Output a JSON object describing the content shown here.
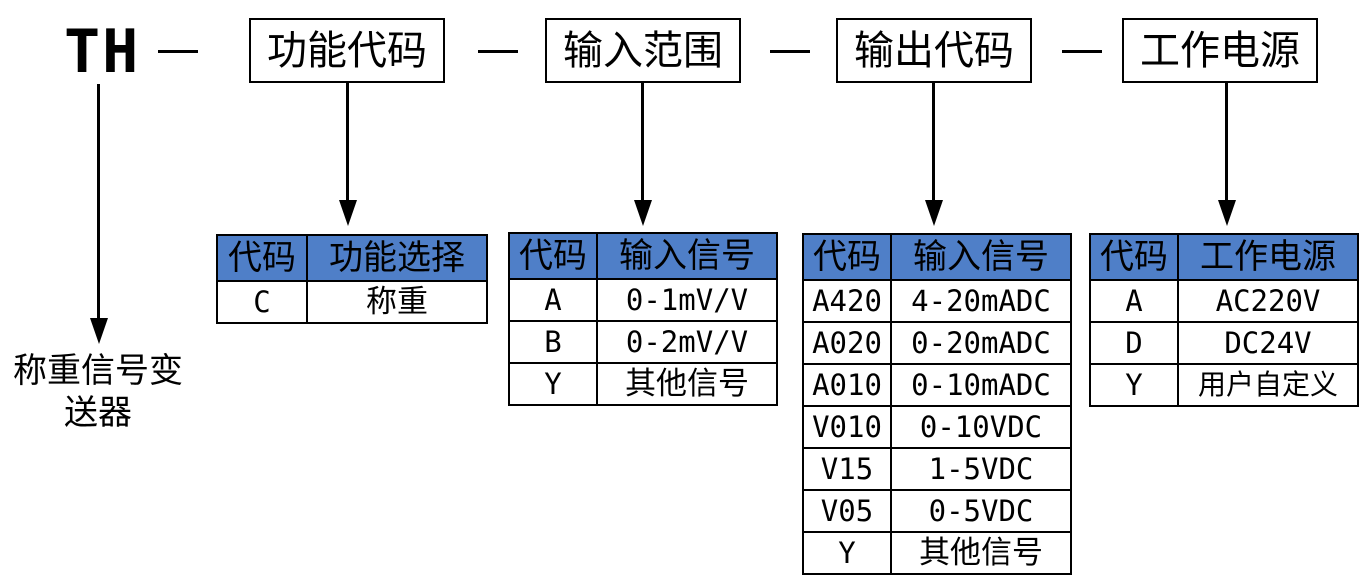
{
  "model": {
    "prefix": "TH",
    "device_label": "称重信号变送器",
    "separator": "—"
  },
  "segments": [
    {
      "title": "功能代码"
    },
    {
      "title": "输入范围"
    },
    {
      "title": "输出代码"
    },
    {
      "title": "工作电源"
    }
  ],
  "tables": {
    "function": {
      "headers": [
        "代码",
        "功能选择"
      ],
      "rows": [
        [
          "C",
          "称重"
        ]
      ]
    },
    "input_range": {
      "headers": [
        "代码",
        "输入信号"
      ],
      "rows": [
        [
          "A",
          "0-1mV/V"
        ],
        [
          "B",
          "0-2mV/V"
        ],
        [
          "Y",
          "其他信号"
        ]
      ]
    },
    "output": {
      "headers": [
        "代码",
        "输入信号"
      ],
      "rows": [
        [
          "A420",
          "4-20mADC"
        ],
        [
          "A020",
          "0-20mADC"
        ],
        [
          "A010",
          "0-10mADC"
        ],
        [
          "V010",
          "0-10VDC"
        ],
        [
          "V15",
          "1-5VDC"
        ],
        [
          "V05",
          "0-5VDC"
        ],
        [
          "Y",
          "其他信号"
        ]
      ]
    },
    "power": {
      "headers": [
        "代码",
        "工作电源"
      ],
      "rows": [
        [
          "A",
          "AC220V"
        ],
        [
          "D",
          "DC24V"
        ],
        [
          "Y",
          "用户自定义"
        ]
      ]
    }
  },
  "colors": {
    "header_fill": "#4f7fc8",
    "line": "#000000",
    "background": "#ffffff"
  }
}
